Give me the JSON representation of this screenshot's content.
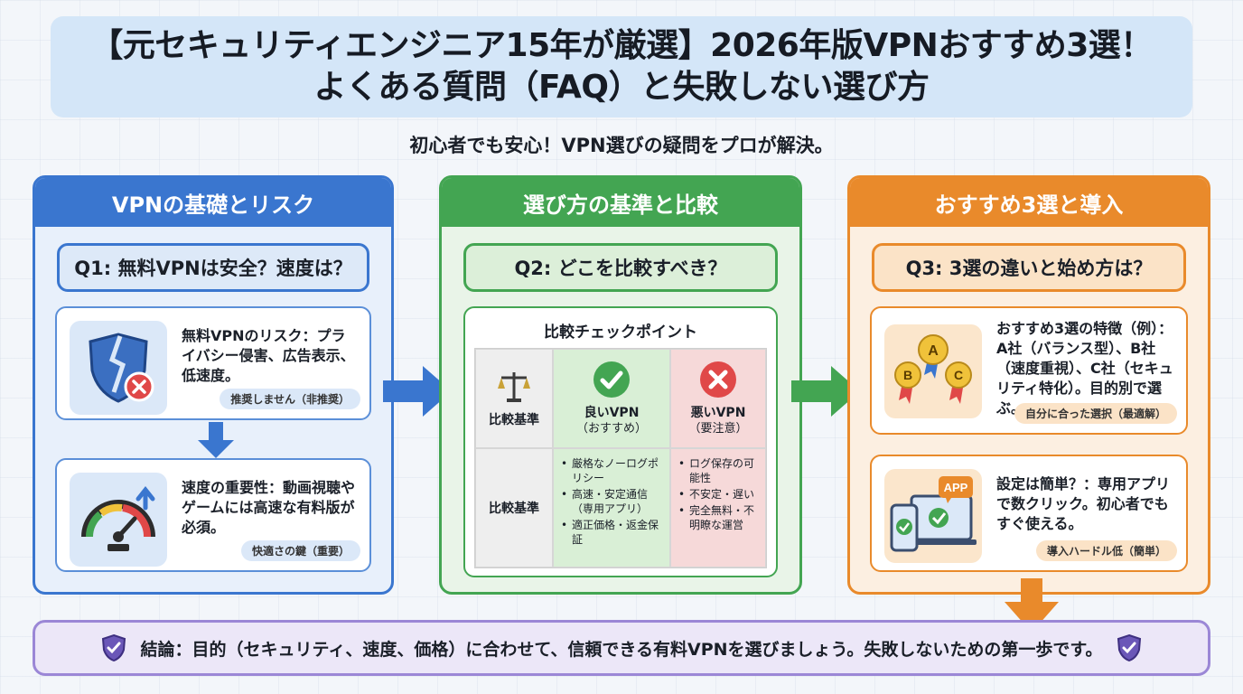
{
  "title": {
    "line1": "【元セキュリティエンジニア15年が厳選】2026年版VPNおすすめ3選！",
    "line2": "よくある質問（FAQ）と失敗しない選び方"
  },
  "subtitle": "初心者でも安心！VPN選びの疑問をプロが解決。",
  "col1": {
    "header": "VPNの基礎とリスク",
    "question": "Q1: 無料VPNは安全？速度は？",
    "card1": {
      "text": "無料VPNのリスク：プライバシー侵害、広告表示、低速度。",
      "tag": "推奨しません（非推奨）"
    },
    "card2": {
      "text": "速度の重要性：動画視聴やゲームには高速な有料版が必須。",
      "tag": "快適さの鍵（重要）"
    }
  },
  "col2": {
    "header": "選び方の基準と比較",
    "question": "Q2: どこを比較すべき？",
    "table": {
      "title": "比較チェックポイント",
      "criteria1": "比較基準",
      "criteria2": "比較基準",
      "good_head": "良いVPN",
      "good_sub": "（おすすめ）",
      "bad_head": "悪いVPN",
      "bad_sub": "（要注意）",
      "good_items": [
        "厳格なノーログポリシー",
        "高速・安定通信（専用アプリ）",
        "適正価格・返金保証"
      ],
      "bad_items": [
        "ログ保存の可能性",
        "不安定・遅い",
        "完全無料・不明瞭な運営"
      ]
    }
  },
  "col3": {
    "header": "おすすめ3選と導入",
    "question": "Q3: 3選の違いと始め方は？",
    "card1": {
      "text": "おすすめ3選の特徴（例）：A社（バランス型）、B社（速度重視）、C社（セキュリティ特化）。目的別で選ぶ。",
      "tag": "自分に合った選択（最適解）",
      "badges": [
        "A",
        "B",
        "C"
      ]
    },
    "card2": {
      "text": "設定は簡単？：専用アプリで数クリック。初心者でもすぐ使える。",
      "tag": "導入ハードル低（簡単）",
      "app_label": "APP"
    }
  },
  "conclusion": "結論：目的（セキュリティ、速度、価格）に合わせて、信頼できる有料VPNを選びましょう。失敗しないための第一歩です。",
  "colors": {
    "blue": "#3a76cf",
    "green": "#43a552",
    "orange": "#e98a2b",
    "purple": "#9b87d6"
  }
}
